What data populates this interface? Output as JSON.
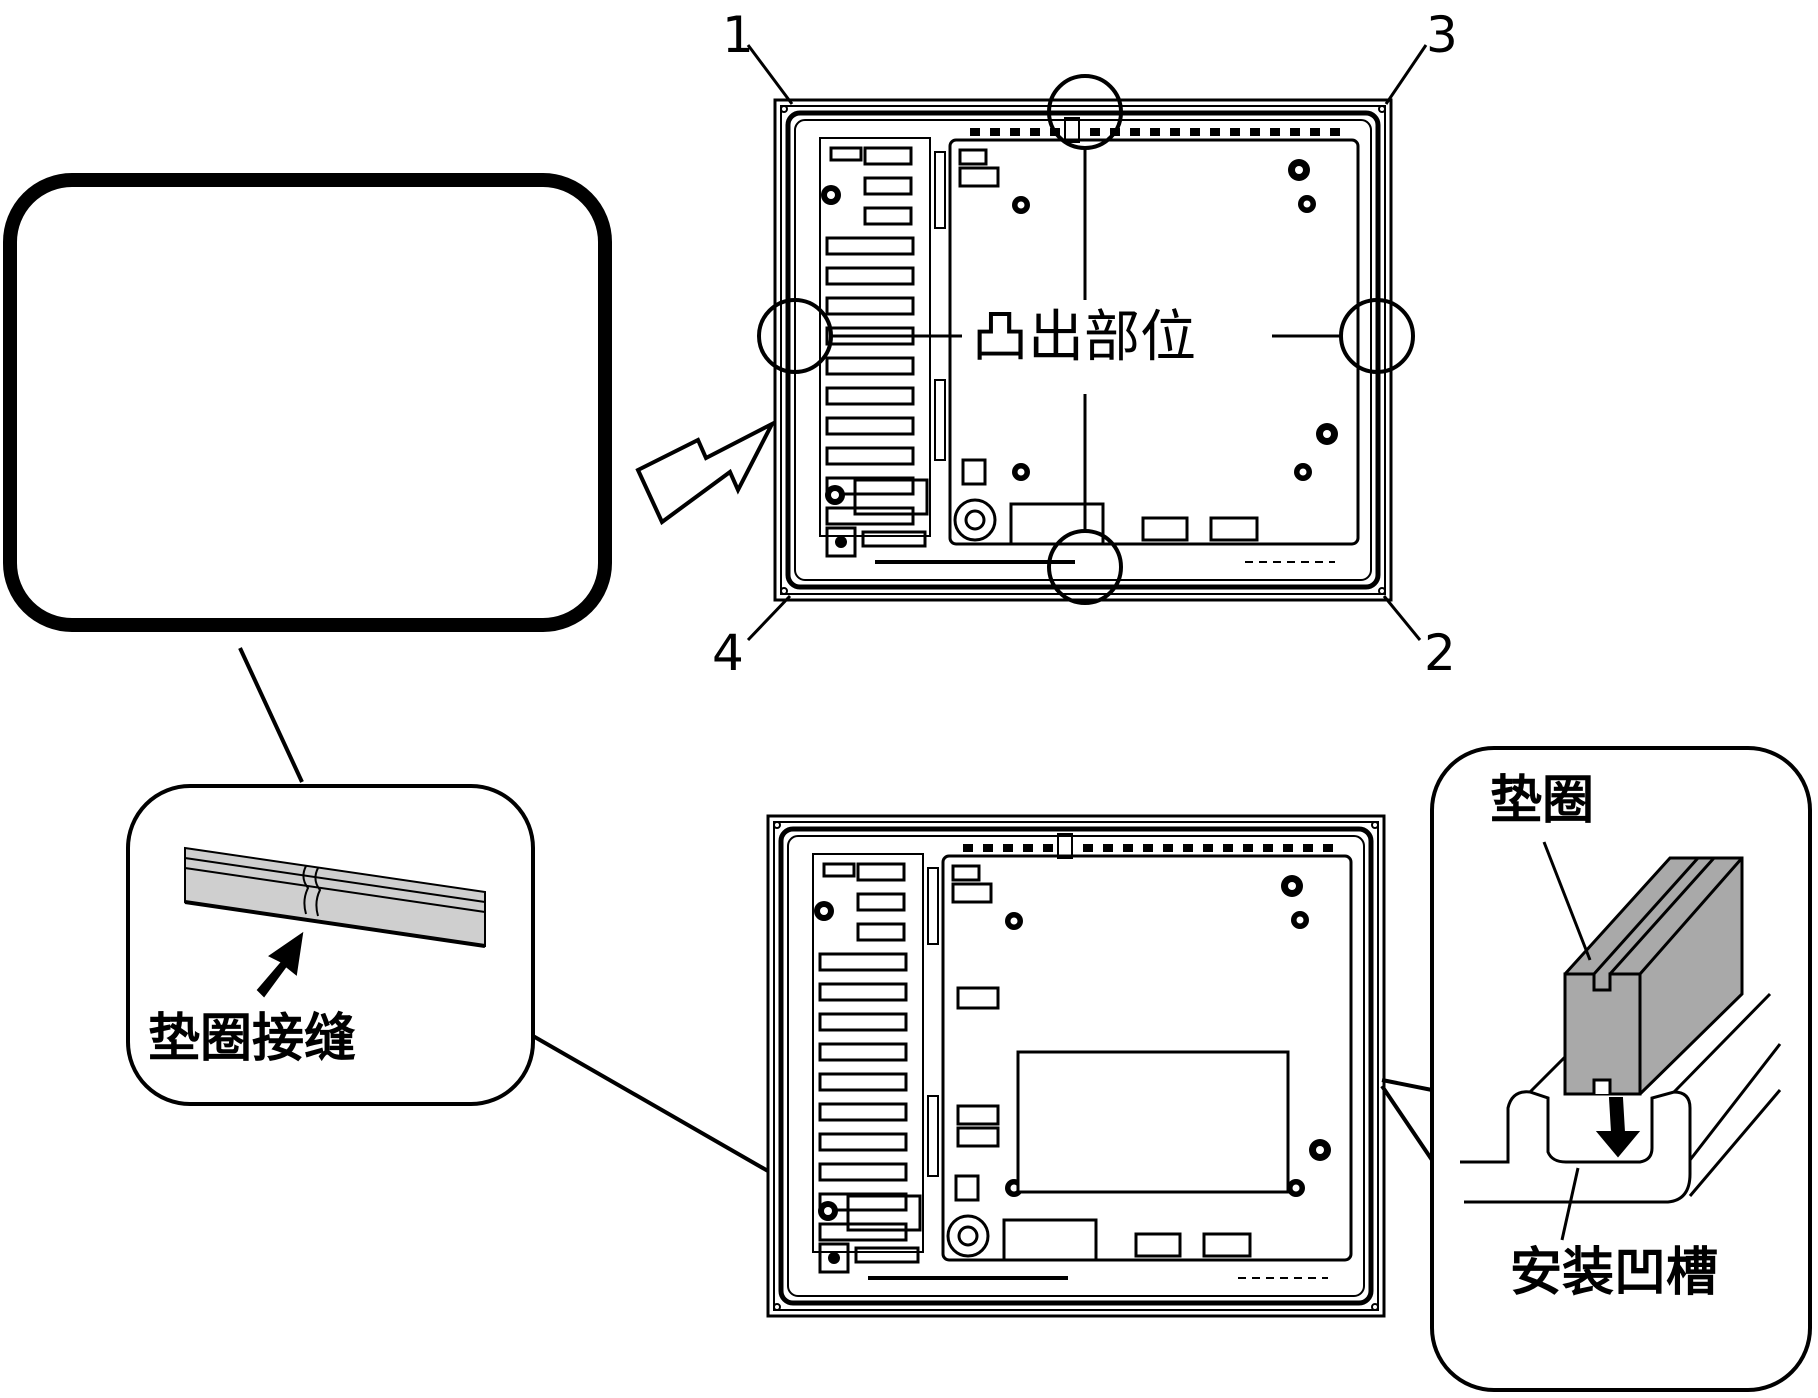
{
  "corner_labels": {
    "one": "1",
    "two": "2",
    "three": "3",
    "four": "4"
  },
  "protrusion_label": "凸出部位",
  "gasket_seam_label": "垫圈接缝",
  "gasket_label": "垫圈",
  "mounting_groove_label": "安装凹槽",
  "colors": {
    "line": "#000000",
    "gasket_fill": "#a9a9a9",
    "gasket_strip": "#cfcfcf",
    "background": "#ffffff"
  }
}
